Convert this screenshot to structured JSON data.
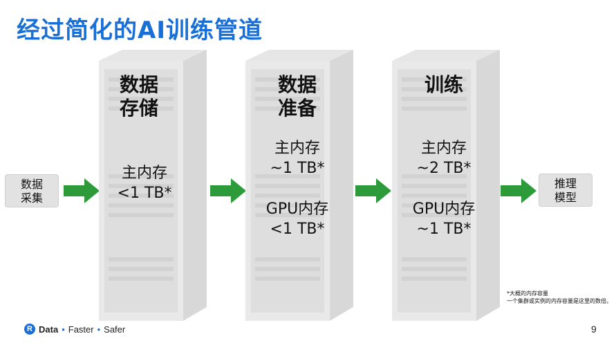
{
  "slide": {
    "title": "经过简化的AI训练管道",
    "page_number": "9"
  },
  "input_box": {
    "line1": "数据",
    "line2": "采集"
  },
  "output_box": {
    "line1": "推理",
    "line2": "模型"
  },
  "stages": [
    {
      "heading_line1": "数据",
      "heading_line2": "存储",
      "mem1_label": "主内存",
      "mem1_value": "<1 TB*"
    },
    {
      "heading_line1": "数据",
      "heading_line2": "准备",
      "mem1_label": "主内存",
      "mem1_value": "~1 TB*",
      "mem2_label": "GPU内存",
      "mem2_value": "<1 TB*"
    },
    {
      "heading_line1": "训练",
      "mem1_label": "主内存",
      "mem1_value": "~2 TB*",
      "mem2_label": "GPU内存",
      "mem2_value": "~1 TB*"
    }
  ],
  "footnote": {
    "line1": "*大概的内存容量",
    "line2": "一个集群或实例的内存容量是这里的数倍。"
  },
  "footer": {
    "logo_letter": "R",
    "logo_word": "Data",
    "tagline1": "Faster",
    "tagline2": "Safer"
  },
  "colors": {
    "title": "#1a6fd6",
    "arrow": "#2e9b3b",
    "rack": "#e6e6e6"
  }
}
